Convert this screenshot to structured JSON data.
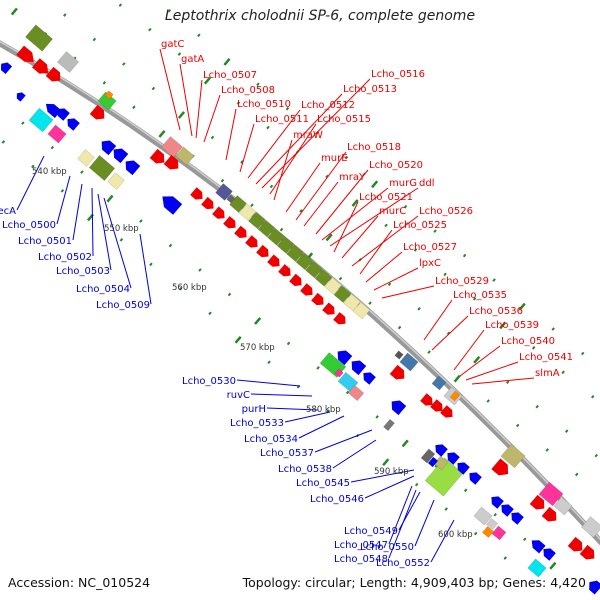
{
  "title": "Leptothrix cholodnii SP-6, complete genome",
  "footer": {
    "accession": "Accession: NC_010524",
    "summary": "Topology: circular; Length: 4,909,403 bp; Genes: 4,420"
  },
  "colors": {
    "forward_label": "#ee0000",
    "reverse_label": "#0000dd",
    "backbone": "#999999",
    "tick": "#228822"
  },
  "kbp_ticks": [
    "540 kbp",
    "550 kbp",
    "560 kbp",
    "570 kbp",
    "580 kbp",
    "590 kbp",
    "600 kbp"
  ],
  "forward_labels": [
    "gatC",
    "gatA",
    "Lcho_0507",
    "Lcho_0508",
    "Lcho_0510",
    "Lcho_0511",
    "Lcho_0512",
    "Lcho_0513",
    "Lcho_0516",
    "Lcho_0515",
    "mraW",
    "murE",
    "Lcho_0518",
    "mraY",
    "Lcho_0520",
    "murG",
    "ddl",
    "Lcho_0521",
    "murC",
    "Lcho_0526",
    "Lcho_0525",
    "Lcho_0527",
    "lpxC",
    "Lcho_0529",
    "Lcho_0535",
    "Lcho_0536",
    "Lcho_0539",
    "Lcho_0540",
    "Lcho_0541",
    "slmA"
  ],
  "reverse_labels": [
    "recA",
    "Lcho_0500",
    "Lcho_0501",
    "Lcho_0502",
    "Lcho_0503",
    "Lcho_0504",
    "Lcho_0509",
    "Lcho_0530",
    "ruvC",
    "purH",
    "Lcho_0533",
    "Lcho_0534",
    "Lcho_0537",
    "Lcho_0538",
    "Lcho_0545",
    "Lcho_0546",
    "Lcho_0547",
    "Lcho_0548",
    "Lcho_0549",
    "Lcho_0550",
    "Lcho_0552"
  ]
}
